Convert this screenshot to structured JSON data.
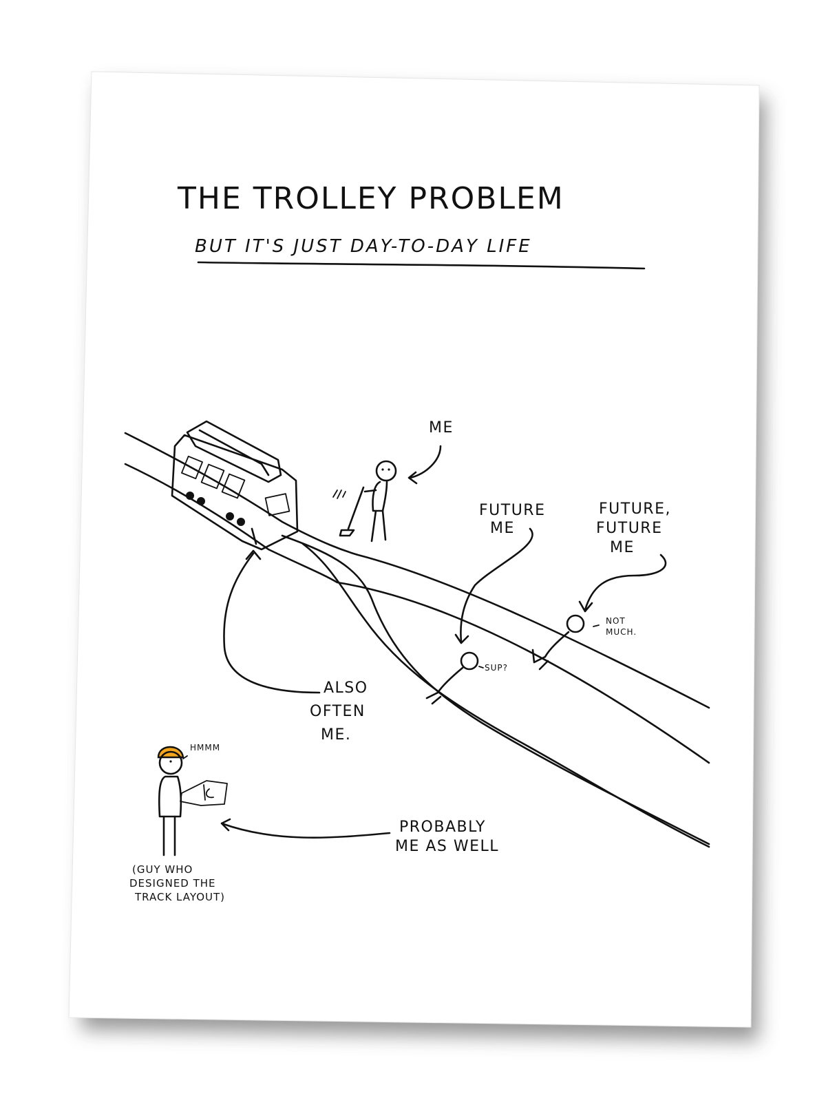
{
  "title": "THE TROLLEY PROBLEM",
  "subtitle": "BUT IT'S JUST DAY-TO-DAY LIFE",
  "labels": {
    "me": "ME",
    "future_me": [
      "FUTURE",
      "ME"
    ],
    "future_future_me": [
      "FUTURE,",
      "FUTURE",
      "ME"
    ],
    "also_often_me": [
      "ALSO",
      "OFTEN",
      "ME."
    ],
    "probably_me": [
      "PROBABLY",
      "ME AS WELL"
    ],
    "designer": [
      "(GUY WHO",
      "DESIGNED THE",
      "TRACK LAYOUT)"
    ]
  },
  "speech": {
    "sup": "SUP?",
    "not_much": [
      "NOT",
      "MUCH."
    ],
    "hmmm": "HMMM"
  },
  "colors": {
    "card": "#ffffff",
    "ink": "#111111",
    "helmet": "#f3a51c",
    "shadow": "#555555"
  }
}
